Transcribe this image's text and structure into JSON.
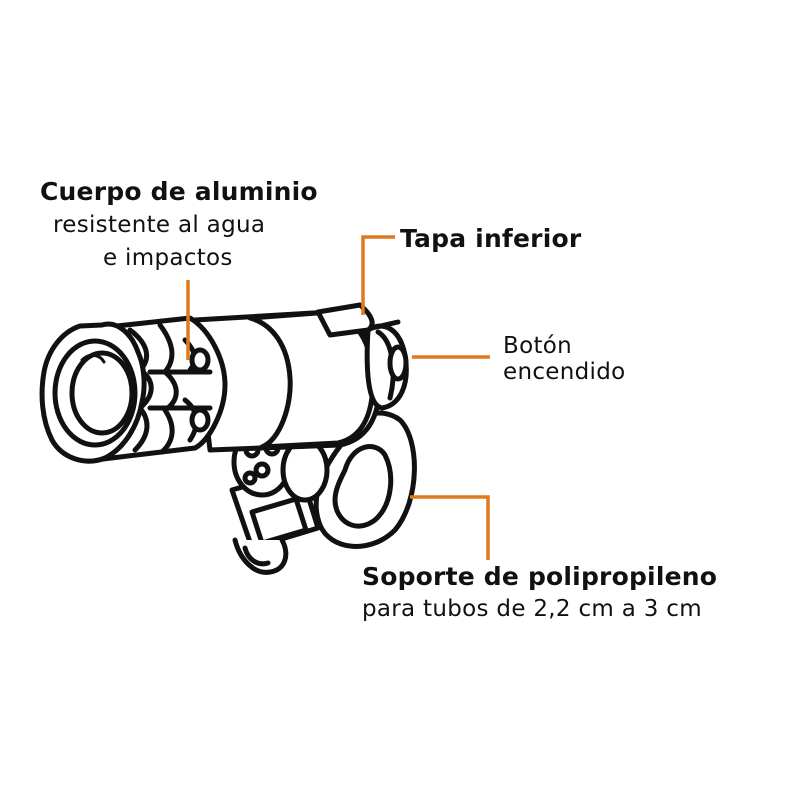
{
  "accent_color": "#E07A1F",
  "line_color": "#111111",
  "callouts": {
    "body": {
      "title": "Cuerpo de aluminio",
      "line1": "resistente al agua",
      "line2": "e impactos"
    },
    "cap": {
      "title": "Tapa inferior"
    },
    "button": {
      "line1": "Botón",
      "line2": "encendido"
    },
    "mount": {
      "title": "Soporte de polipropileno",
      "line1": "para tubos de 2,2 cm a 3 cm"
    }
  }
}
